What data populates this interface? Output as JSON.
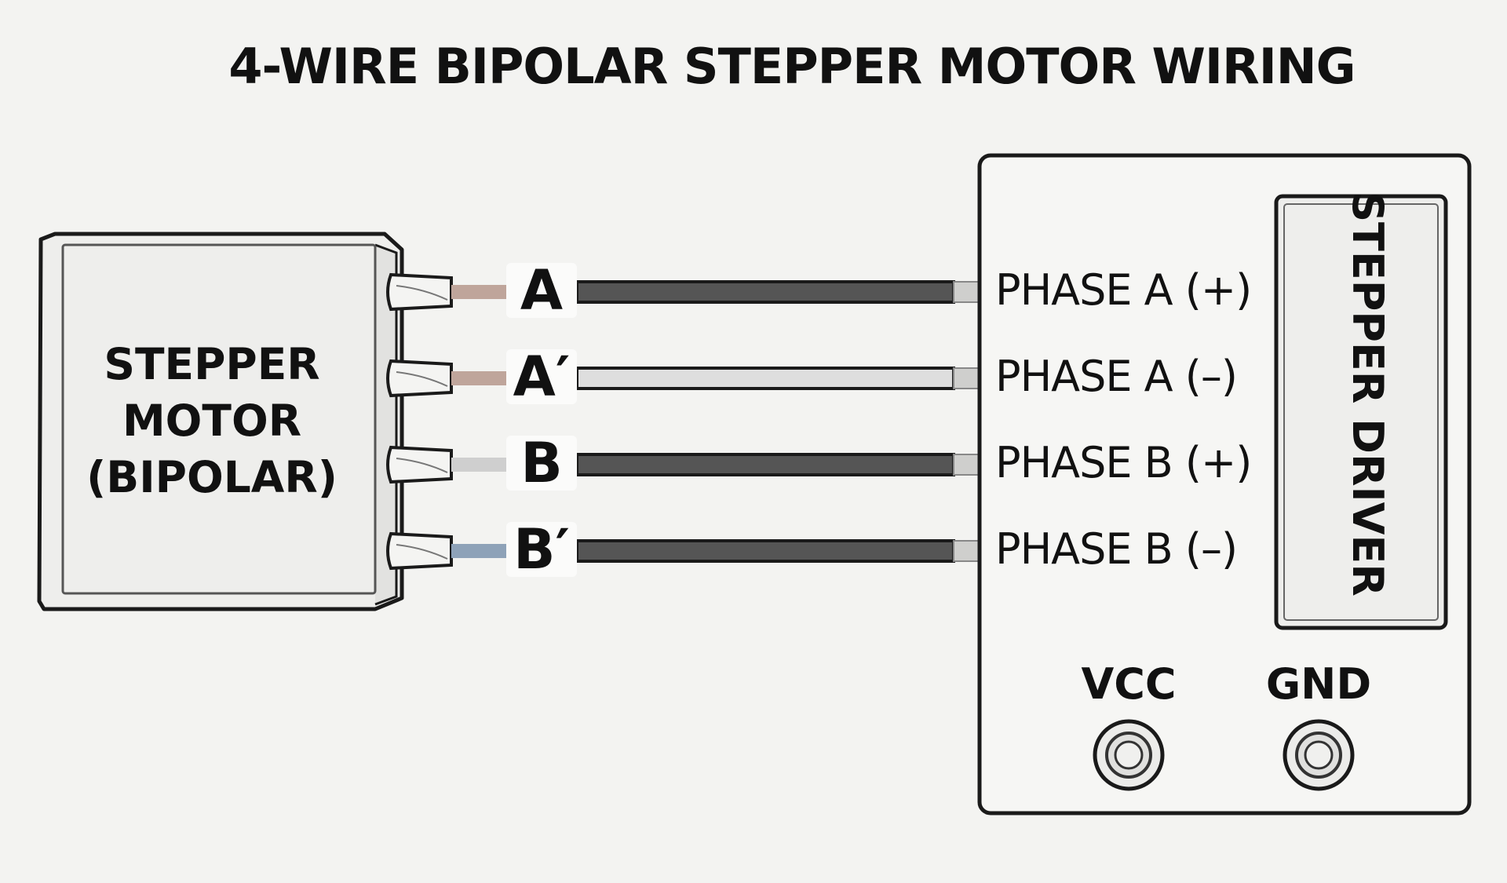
{
  "title": "4-WIRE BIPOLAR STEPPER MOTOR WIRING",
  "motor": {
    "label_lines": [
      "STEPPER",
      "MOTOR",
      "(BIPOLAR)"
    ]
  },
  "wires": [
    {
      "letter": "A",
      "phase": "PHASE A (+)",
      "color": "#555555",
      "lead_color": "#bfa59b"
    },
    {
      "letter": "A′",
      "phase": "PHASE A (–)",
      "color": "#dedede",
      "lead_color": "#bfa59b"
    },
    {
      "letter": "B",
      "phase": "PHASE B (+)",
      "color": "#555555",
      "lead_color": "#cfcfcf"
    },
    {
      "letter": "B′",
      "phase": "PHASE B (–)",
      "color": "#555555",
      "lead_color": "#8ea2b8"
    }
  ],
  "driver": {
    "title": "STEPPER DRIVER",
    "terminals": [
      {
        "label": "VCC"
      },
      {
        "label": "GND"
      }
    ]
  },
  "colors": {
    "background": "#f3f3f1",
    "outline": "#1a1a1a"
  }
}
